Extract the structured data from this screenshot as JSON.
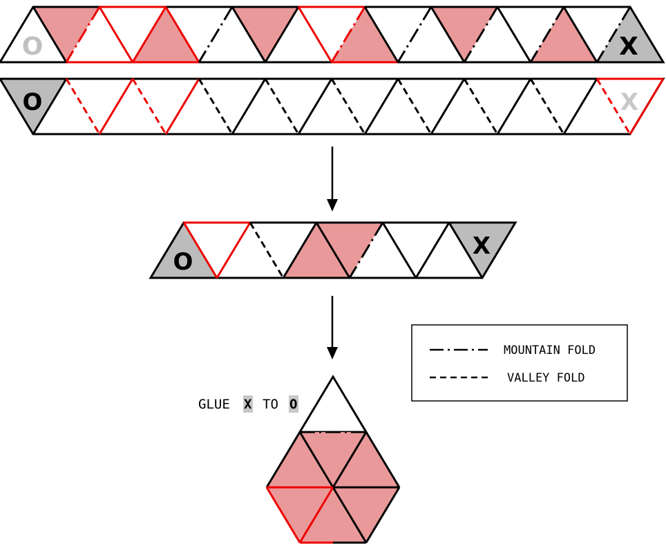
{
  "colors": {
    "pink": "#e99999",
    "gray": "#bcbcbc",
    "red": "#ee0000",
    "black": "#000000",
    "faint_letter": "#c0c0c0",
    "highlight": "#c8c8c8"
  },
  "strip_a": {
    "start_mark": "O",
    "end_mark": "X"
  },
  "strip_b": {
    "start_mark": "O",
    "end_mark": "X"
  },
  "strip_c": {
    "start_mark": "O",
    "end_mark": "X"
  },
  "glue_instruction": {
    "prefix": "GLUE",
    "first_mark": "X",
    "middle": "TO",
    "second_mark": "O"
  },
  "legend": {
    "mountain_label": "MOUNTAIN FOLD",
    "valley_label": "VALLEY FOLD"
  }
}
